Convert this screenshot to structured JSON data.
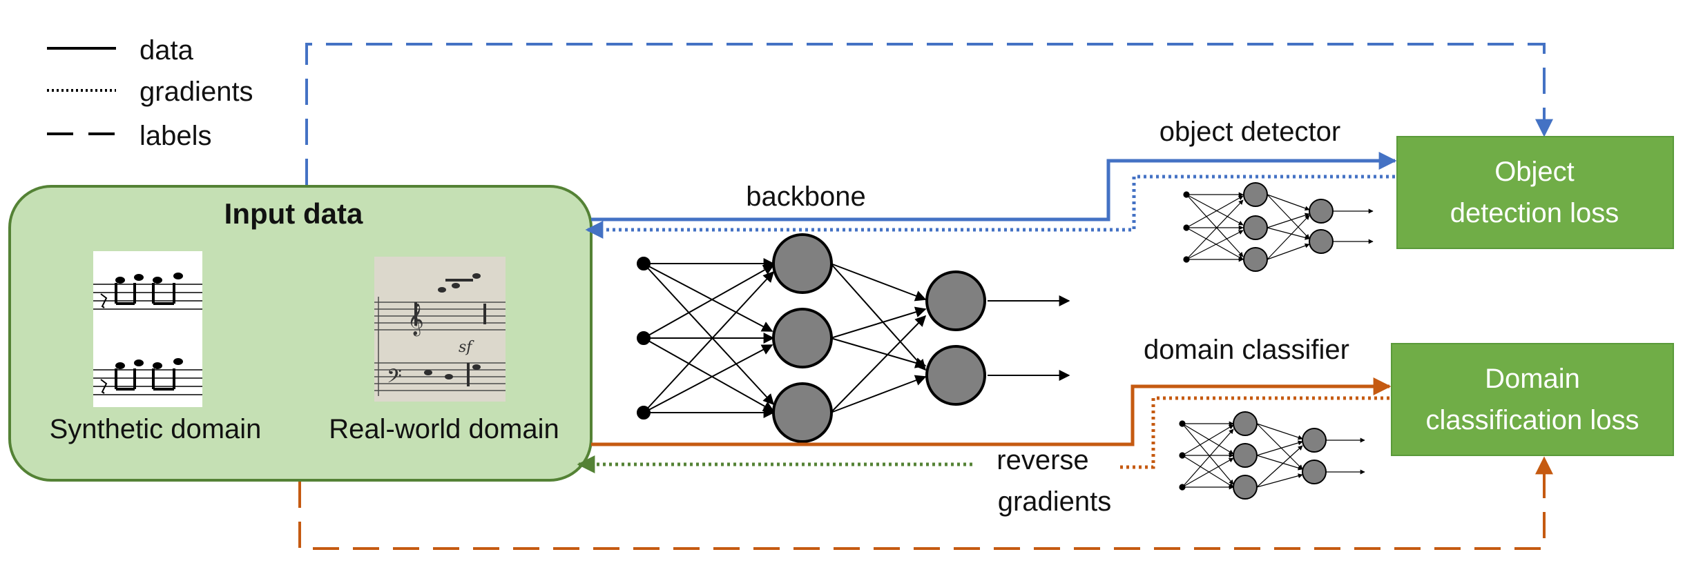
{
  "legend": {
    "data": "data",
    "gradients": "gradients",
    "labels": "labels"
  },
  "input_box": {
    "title": "Input data",
    "synthetic_label": "Synthetic domain",
    "real_label": "Real-world domain"
  },
  "labels": {
    "backbone": "backbone",
    "object_detector": "object detector",
    "domain_classifier": "domain classifier",
    "reverse_line1": "reverse",
    "reverse_line2": "gradients"
  },
  "loss_boxes": {
    "object_detection_line1": "Object",
    "object_detection_line2": "detection loss",
    "domain_classification_line1": "Domain",
    "domain_classification_line2": "classification loss"
  },
  "colors": {
    "blue": "#4472c4",
    "orange": "#c55a11",
    "green_border": "#548235",
    "green_fill": "#c5e0b4",
    "loss_fill": "#70ad47",
    "green_arrow": "#548235",
    "node": "#808080"
  }
}
